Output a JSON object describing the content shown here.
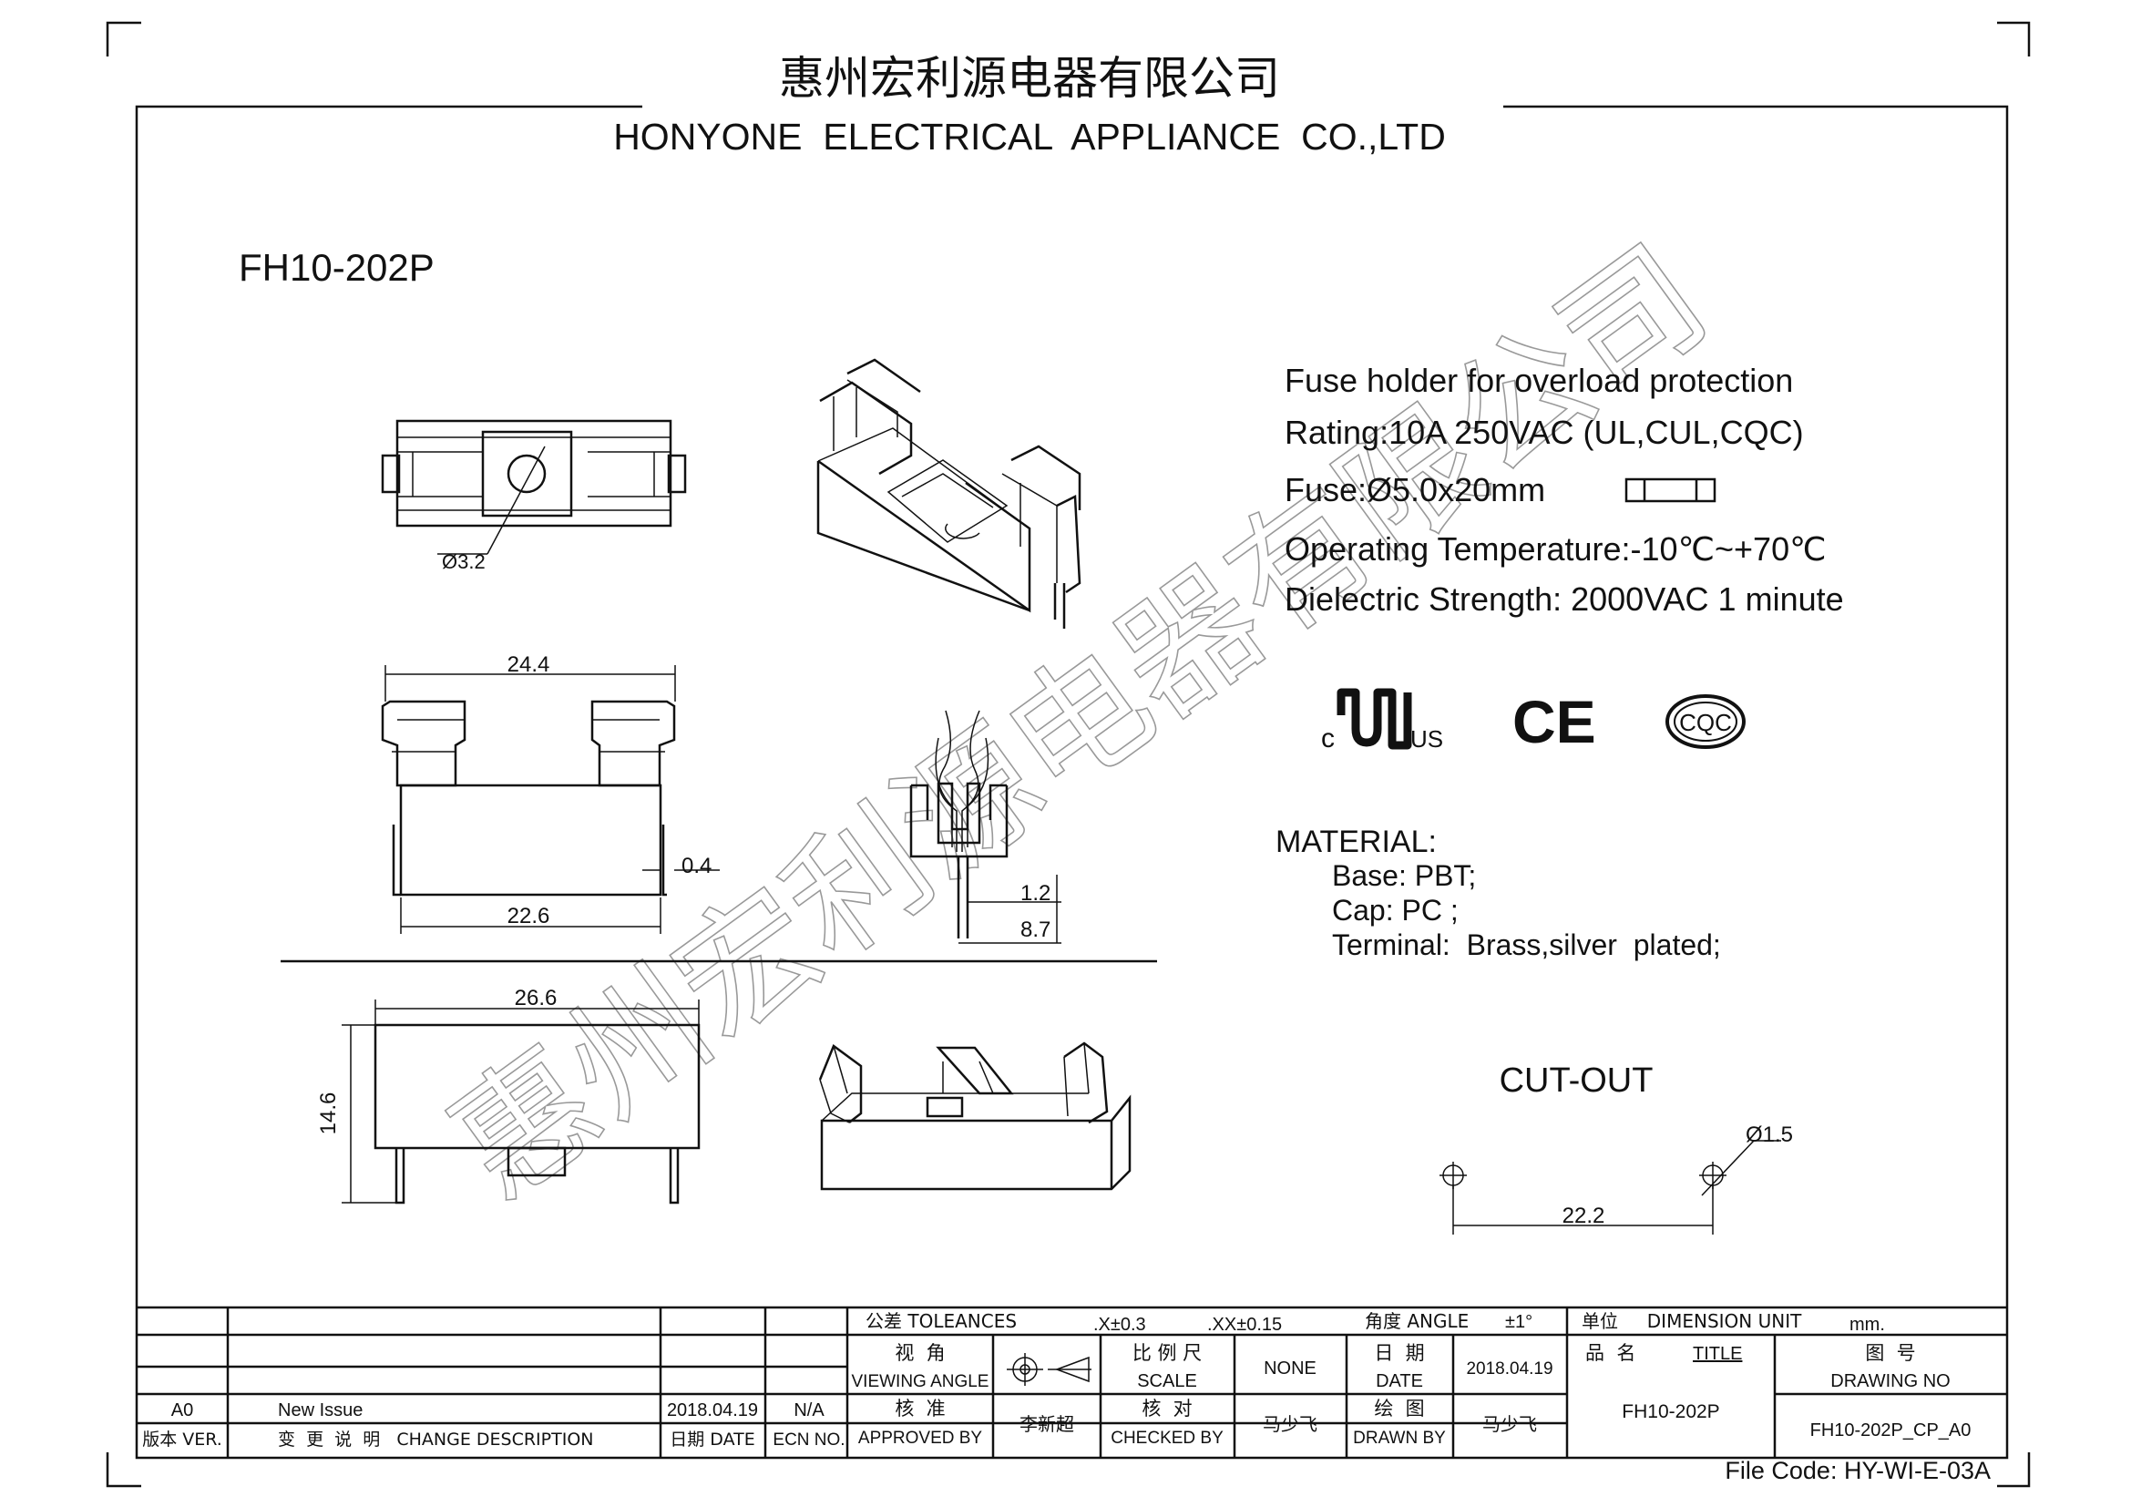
{
  "header": {
    "company_cn": "惠州宏利源电器有限公司",
    "company_en": "HONYONE  ELECTRICAL  APPLIANCE  CO.,LTD"
  },
  "model": "FH10-202P",
  "specs": {
    "line1": "Fuse holder for overload protection",
    "line2": "Rating:10A 250VAC (UL,CUL,CQC)",
    "line3": "Fuse:Ø5.0x20mm",
    "line4": "Operating Temperature:-10℃~+70℃",
    "line5": "Dielectric Strength: 2000VAC 1 minute"
  },
  "certs": {
    "ul_c": "c",
    "ul_us": "US",
    "ce": "CE",
    "cqc": "CQC"
  },
  "material": {
    "heading": "MATERIAL:",
    "base": "Base: PBT;",
    "cap": "Cap: PC ;",
    "terminal": "Terminal:  Brass,silver  plated;"
  },
  "dims": {
    "hole": "Ø3.2",
    "w244": "24.4",
    "t04": "0.4",
    "w226": "22.6",
    "p12": "1.2",
    "h87": "8.7",
    "w266": "26.6",
    "h146": "14.6"
  },
  "cutout": {
    "title": "CUT-OUT",
    "dia": "Ø1.5",
    "pitch": "22.2"
  },
  "watermark": "惠州宏利源电器有限公司",
  "title_block": {
    "tol_label": "公差 TOLEANCES",
    "tol_x": ".X±0.3",
    "tol_xx": ".XX±0.15",
    "angle_label": "角度 ANGLE",
    "angle_val": "±1°",
    "unit_label": "单位     DIMENSION UNIT",
    "unit_val": "mm.",
    "view_cn": "视  角",
    "view_en": "VIEWING ANGLE",
    "scale_cn": "比 例 尺",
    "scale_en": "SCALE",
    "scale_val": "NONE",
    "date_cn": "日  期",
    "date_en": "DATE",
    "date_val": "2018.04.19",
    "title_cn": "品  名",
    "title_en": "TITLE",
    "drawno_cn": "图  号",
    "drawno_en": "DRAWING NO",
    "approve_cn": "核  准",
    "approve_en": "APPROVED BY",
    "approve_val": "李新超",
    "check_cn": "核  对",
    "check_en": "CHECKED BY",
    "check_val": "马少飞",
    "drawn_cn": "绘  图",
    "drawn_en": "DRAWN BY",
    "drawn_val": "马少飞",
    "title_val": "FH10-202P",
    "drawno_val": "FH10-202P_CP_A0",
    "rev": "A0",
    "change": "New Issue",
    "rev_date": "2018.04.19",
    "ecn": "N/A",
    "h_ver": "版本 VER.",
    "h_change": "变  更  说  明   CHANGE DESCRIPTION",
    "h_date": "日期 DATE",
    "h_ecn": "ECN NO."
  },
  "file_code": "File Code: HY-WI-E-03A"
}
